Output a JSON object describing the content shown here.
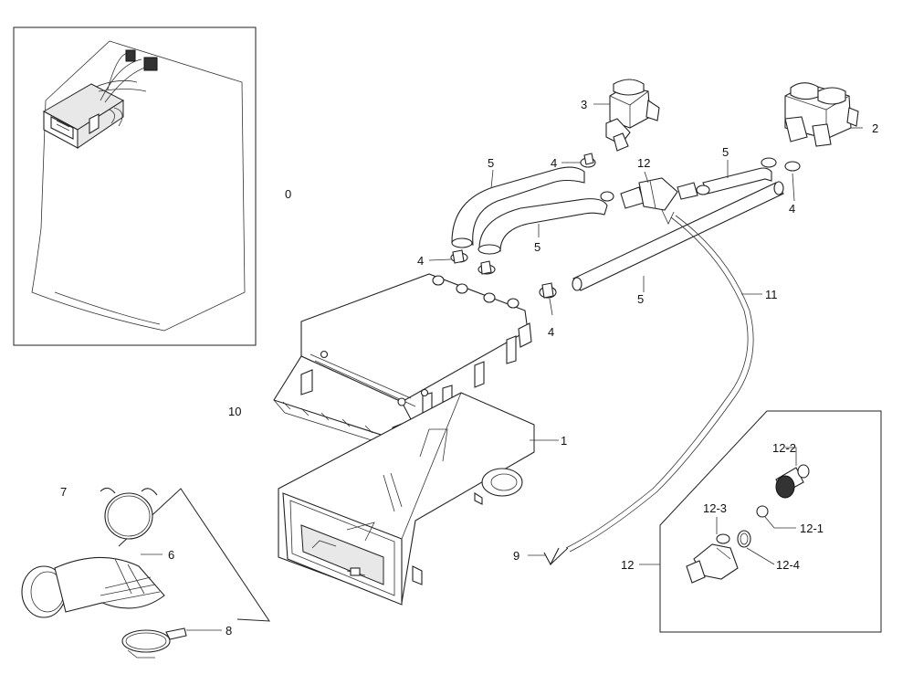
{
  "callouts": {
    "c0": "0",
    "c1": "1",
    "c2": "2",
    "c3": "3",
    "c4a": "4",
    "c4b": "4",
    "c4c": "4",
    "c4d": "4",
    "c5a": "5",
    "c5b": "5",
    "c5c": "5",
    "c5d": "5",
    "c6": "6",
    "c7": "7",
    "c8": "8",
    "c9": "9",
    "c10": "10",
    "c11": "11",
    "c12a": "12",
    "c12b": "12",
    "c12_1": "12-1",
    "c12_2": "12-2",
    "c12_3": "12-3",
    "c12_4": "12-4"
  }
}
